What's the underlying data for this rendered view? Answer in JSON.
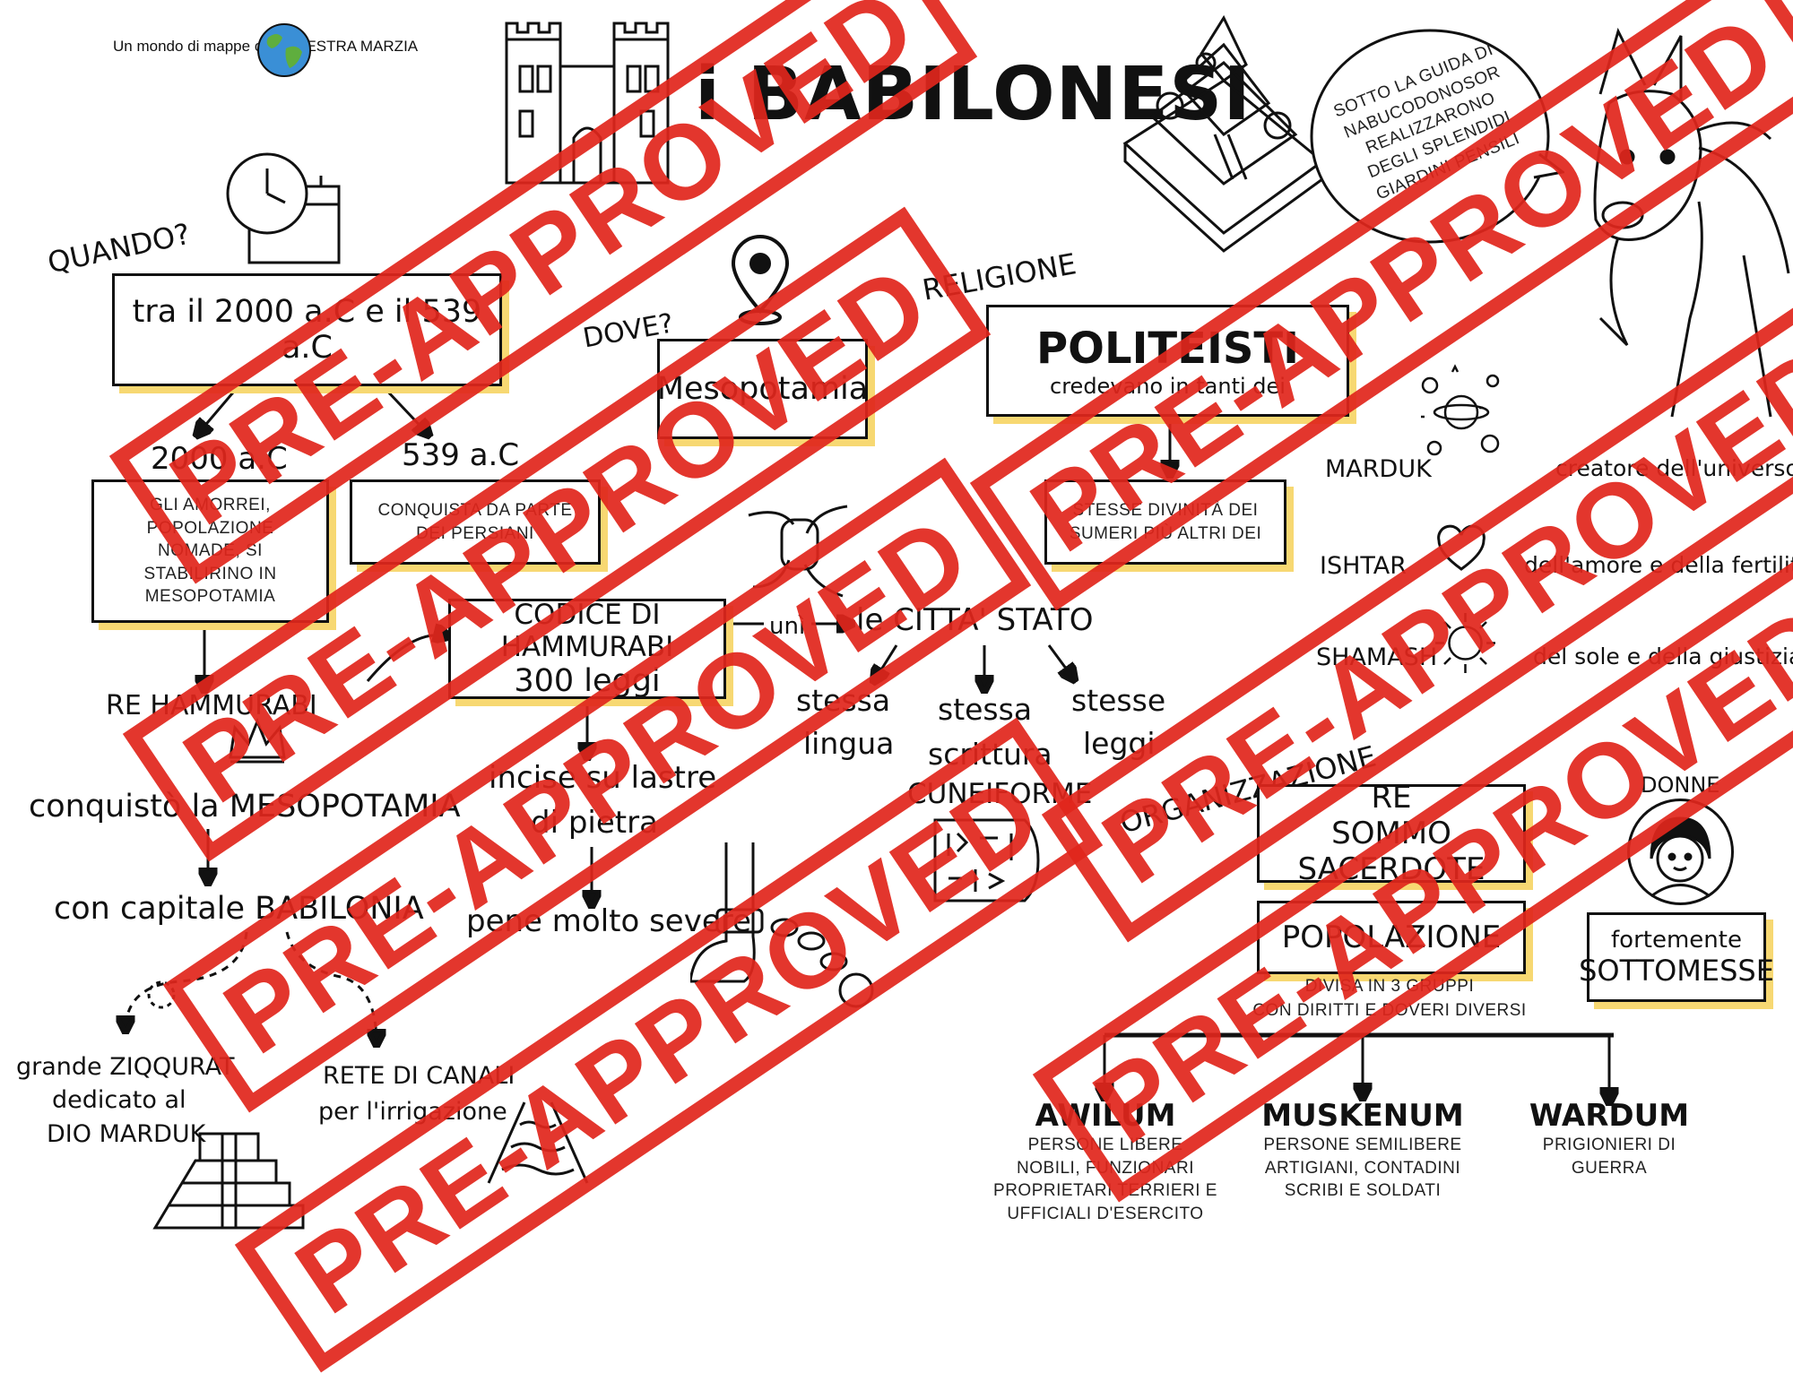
{
  "header": {
    "brand": "Un mondo di mappe con MAESTRA MARZIA",
    "title": "i BABILONESI"
  },
  "speech_bubble": "SOTTO LA GUIDA DI NABUCODONOSOR REALIZZARONO DEGLI SPLENDIDI GIARDINI PENSILI",
  "quando": {
    "label": "QUANDO?",
    "period": "tra il 2000 a.C e il 539 a.C",
    "start_date": "2000 a.C",
    "start_desc": "GLI AMORREI, POPOLAZIONE NOMADE, SI STABILIRINO IN MESOPOTAMIA",
    "end_date": "539 a.C",
    "end_desc": "CONQUISTA DA PARTE DEI PERSIANI"
  },
  "hammurabi": {
    "king": "RE HAMMURABI",
    "conquest": "conquistò la MESOPOTAMIA",
    "capital": "con capitale BABILONIA",
    "ziqqurat_1": "grande ZIQQURAT",
    "ziqqurat_2": "dedicato al",
    "ziqqurat_3": "DIO MARDUK",
    "canali_1": "RETE DI CANALI",
    "canali_2": "per l'irrigazione"
  },
  "dove": {
    "label": "DOVE?",
    "place": "Mesopotamia"
  },
  "codice": {
    "title_1": "CODICE DI HAMMURABI",
    "title_2": "300 leggi",
    "engraved_1": "incise su lastre",
    "engraved_2": "di pietra",
    "penalties": "pene molto severe",
    "unites": "unì",
    "city_states": "le CITTA' STATO",
    "same_lang_1": "stessa",
    "same_lang_2": "lingua",
    "same_script_1": "stessa",
    "same_script_2": "scrittura",
    "same_script_3": "CUNEIFORME",
    "same_laws_1": "stesse",
    "same_laws_2": "leggi"
  },
  "religione": {
    "label": "RELIGIONE",
    "title": "POLITEISTI",
    "subtitle": "credevano in tanti dei",
    "gods_note": "STESSE DIVINITÀ DEI SUMERI PIÙ ALTRI DEI",
    "gods": [
      {
        "name": "MARDUK",
        "role": "creatore dell'universo"
      },
      {
        "name": "ISHTAR",
        "role": "dell'amore e della fertilità"
      },
      {
        "name": "SHAMASH",
        "role": "del sole e della giustizia"
      }
    ]
  },
  "organizzazione": {
    "label": "ORGANIZZAZIONE",
    "king_1": "RE",
    "king_2": "SOMMO SACERDOTE",
    "population": "POPOLAZIONE",
    "population_desc_1": "DIVISA IN 3 GRUPPI",
    "population_desc_2": "CON DIRITTI E DOVERI DIVERSI",
    "women_label": "DONNE",
    "women_1": "fortemente",
    "women_2": "SOTTOMESSE",
    "groups": [
      {
        "name": "AWILUM",
        "lines": [
          "PERSONE LIBERE",
          "NOBILI, FUNZIONARI",
          "PROPRIETARI TERRIERI E",
          "UFFICIALI D'ESERCITO"
        ]
      },
      {
        "name": "MUSKENUM",
        "lines": [
          "PERSONE SEMILIBERE",
          "ARTIGIANI, CONTADINI",
          "SCRIBI E SOLDATI"
        ]
      },
      {
        "name": "WARDUM",
        "lines": [
          "PRIGIONIERI DI",
          "GUERRA"
        ]
      }
    ]
  },
  "stamp_text": "PRE-APPROVED",
  "colors": {
    "stamp": "#e1261c",
    "shadow": "#f7d872",
    "ink": "#111111",
    "globe_land": "#5fae3e",
    "globe_sea": "#3a8fd6"
  }
}
